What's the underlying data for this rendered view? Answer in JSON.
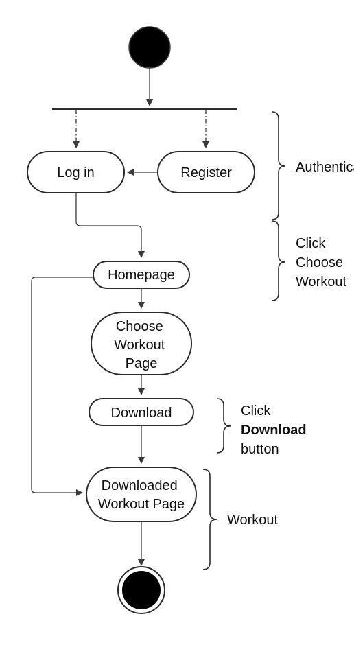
{
  "diagram": {
    "nodes": {
      "login": "Log in",
      "register": "Register",
      "homepage": "Homepage",
      "choose_workout": [
        "Choose",
        "Workout",
        "Page"
      ],
      "download": "Download",
      "downloaded": [
        "Downloaded",
        "Workout Page"
      ]
    },
    "annotations": {
      "authentication": "Authentication",
      "click_choose": [
        "Click",
        "Choose",
        "Workout"
      ],
      "click_download": {
        "line1": "Click",
        "line2_bold": "Download",
        "line3": "button"
      },
      "workout": "Workout"
    }
  },
  "colors": {
    "stroke": "#2b2b2b",
    "fill": "#ffffff",
    "node_dot": "#000000",
    "text": "#111111"
  }
}
